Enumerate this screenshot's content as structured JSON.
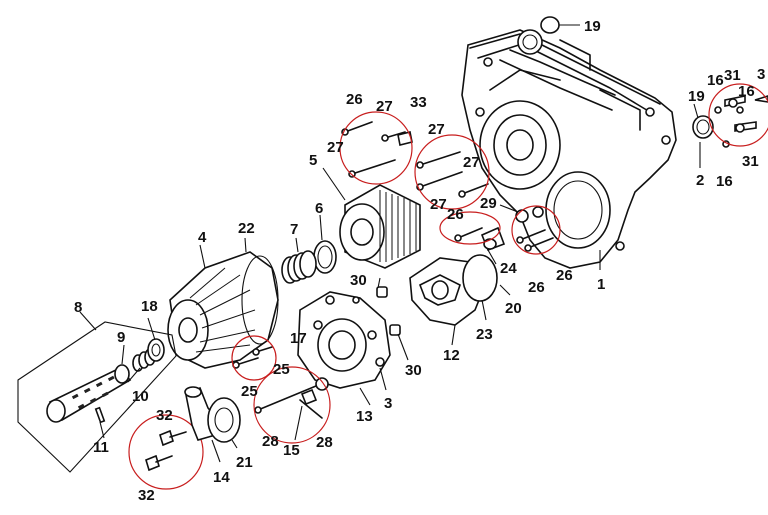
{
  "colors": {
    "ink": "#111111",
    "highlight": "#c81e1e",
    "background": "#ffffff"
  },
  "labels": [
    {
      "id": "l19a",
      "text": "19"
    },
    {
      "id": "l3a",
      "text": "3"
    },
    {
      "id": "l31a",
      "text": "31"
    },
    {
      "id": "l16a",
      "text": "16"
    },
    {
      "id": "l19b",
      "text": "19"
    },
    {
      "id": "l16b",
      "text": "16"
    },
    {
      "id": "l31b",
      "text": "31"
    },
    {
      "id": "l2",
      "text": "2"
    },
    {
      "id": "l16c",
      "text": "16"
    },
    {
      "id": "l26a",
      "text": "26"
    },
    {
      "id": "l27a",
      "text": "27"
    },
    {
      "id": "l33",
      "text": "33"
    },
    {
      "id": "l27b",
      "text": "27"
    },
    {
      "id": "l27c",
      "text": "27"
    },
    {
      "id": "l27d",
      "text": "27"
    },
    {
      "id": "l27e",
      "text": "27"
    },
    {
      "id": "l5",
      "text": "5"
    },
    {
      "id": "l29",
      "text": "29"
    },
    {
      "id": "l26b",
      "text": "26"
    },
    {
      "id": "l4",
      "text": "4"
    },
    {
      "id": "l22",
      "text": "22"
    },
    {
      "id": "l7",
      "text": "7"
    },
    {
      "id": "l6",
      "text": "6"
    },
    {
      "id": "l24",
      "text": "24"
    },
    {
      "id": "l26c",
      "text": "26"
    },
    {
      "id": "l26d",
      "text": "26"
    },
    {
      "id": "l1",
      "text": "1"
    },
    {
      "id": "l30a",
      "text": "30"
    },
    {
      "id": "l20",
      "text": "20"
    },
    {
      "id": "l23",
      "text": "23"
    },
    {
      "id": "l8",
      "text": "8"
    },
    {
      "id": "l18",
      "text": "18"
    },
    {
      "id": "l17",
      "text": "17"
    },
    {
      "id": "l12",
      "text": "12"
    },
    {
      "id": "l9",
      "text": "9"
    },
    {
      "id": "l25a",
      "text": "25"
    },
    {
      "id": "l25b",
      "text": "25"
    },
    {
      "id": "l30b",
      "text": "30"
    },
    {
      "id": "l10",
      "text": "10"
    },
    {
      "id": "l3b",
      "text": "3"
    },
    {
      "id": "l13",
      "text": "13"
    },
    {
      "id": "l32a",
      "text": "32"
    },
    {
      "id": "l11",
      "text": "11"
    },
    {
      "id": "l28a",
      "text": "28"
    },
    {
      "id": "l15",
      "text": "15"
    },
    {
      "id": "l28b",
      "text": "28"
    },
    {
      "id": "l21",
      "text": "21"
    },
    {
      "id": "l14",
      "text": "14"
    },
    {
      "id": "l32b",
      "text": "32"
    }
  ]
}
